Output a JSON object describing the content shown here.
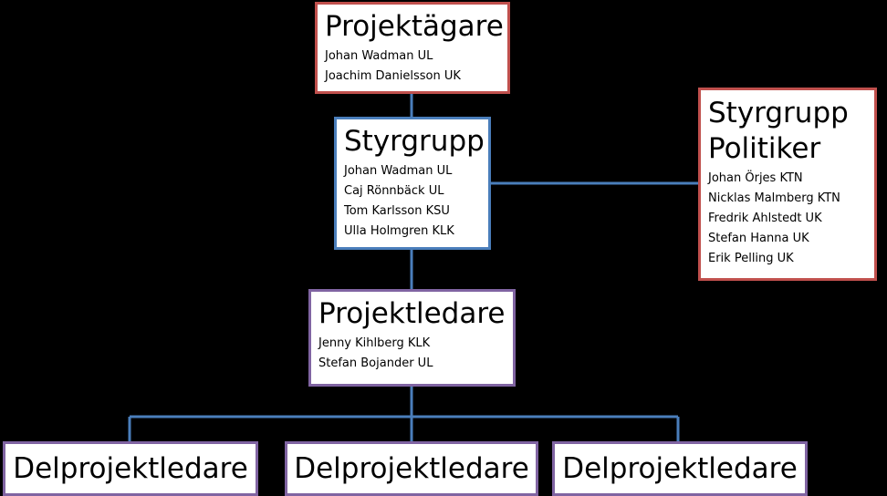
{
  "colors": {
    "background": "#000000",
    "connector": "#4a7ebb",
    "owner_border": "#c0504d",
    "steering_border": "#4a7ebb",
    "political_border": "#c0504d",
    "leader_border": "#8064a2",
    "subproject_border": "#8064a2"
  },
  "owner": {
    "title": "Projektägare",
    "members": [
      "Johan Wadman UL",
      "Joachim Danielsson UK"
    ]
  },
  "steering": {
    "title": "Styrgrupp",
    "members": [
      "Johan Wadman UL",
      "Caj Rönnbäck UL",
      "Tom Karlsson KSU",
      "Ulla Holmgren KLK"
    ]
  },
  "political": {
    "title_line1": "Styrgrupp",
    "title_line2": "Politiker",
    "members": [
      "Johan Örjes KTN",
      "Nicklas Malmberg KTN",
      "Fredrik Ahlstedt UK",
      "Stefan Hanna UK",
      "Erik Pelling UK"
    ]
  },
  "leader": {
    "title": "Projektledare",
    "members": [
      "Jenny Kihlberg KLK",
      "Stefan Bojander UL"
    ]
  },
  "subprojects": [
    {
      "title": "Delprojektledare"
    },
    {
      "title": "Delprojektledare"
    },
    {
      "title": "Delprojektledare"
    }
  ]
}
